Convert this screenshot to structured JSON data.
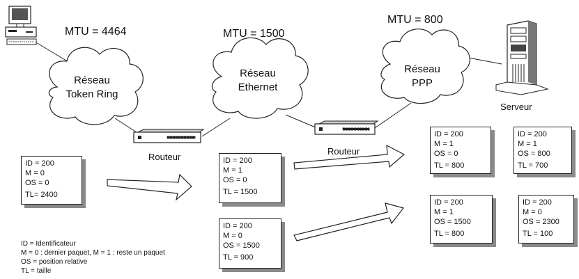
{
  "mtu": {
    "token_ring": "MTU = 4464",
    "ethernet": "MTU = 1500",
    "ppp": "MTU = 800"
  },
  "networks": {
    "token_ring": [
      "Réseau",
      "Token Ring"
    ],
    "ethernet": [
      "Réseau",
      "Ethernet"
    ],
    "ppp": [
      "Réseau",
      "PPP"
    ]
  },
  "labels": {
    "router_1": "Routeur",
    "router_2": "Routeur",
    "server": "Serveur"
  },
  "packets": [
    {
      "id": "ID = 200",
      "m": "M = 0",
      "os": "OS = 0",
      "tl": "TL= 2400"
    },
    {
      "id": "ID = 200",
      "m": "M = 1",
      "os": "OS = 0",
      "tl": "TL = 1500"
    },
    {
      "id": "ID = 200",
      "m": "M = 0",
      "os": "OS = 1500",
      "tl": "TL = 900"
    },
    {
      "id": "ID = 200",
      "m": "M = 1",
      "os": "OS = 0",
      "tl": "TL = 800"
    },
    {
      "id": "ID = 200",
      "m": "M = 1",
      "os": "OS = 800",
      "tl": "TL = 700"
    },
    {
      "id": "ID = 200",
      "m": "M = 1",
      "os": "OS = 1500",
      "tl": "TL = 800"
    },
    {
      "id": "ID = 200",
      "m": "M = 0",
      "os": "OS = 2300",
      "tl": "TL = 100"
    }
  ],
  "legend": [
    "ID = Identificateur",
    "M = 0 : dernier paquet, M = 1 : reste un paquet",
    "OS = position relative",
    "TL = taille"
  ]
}
